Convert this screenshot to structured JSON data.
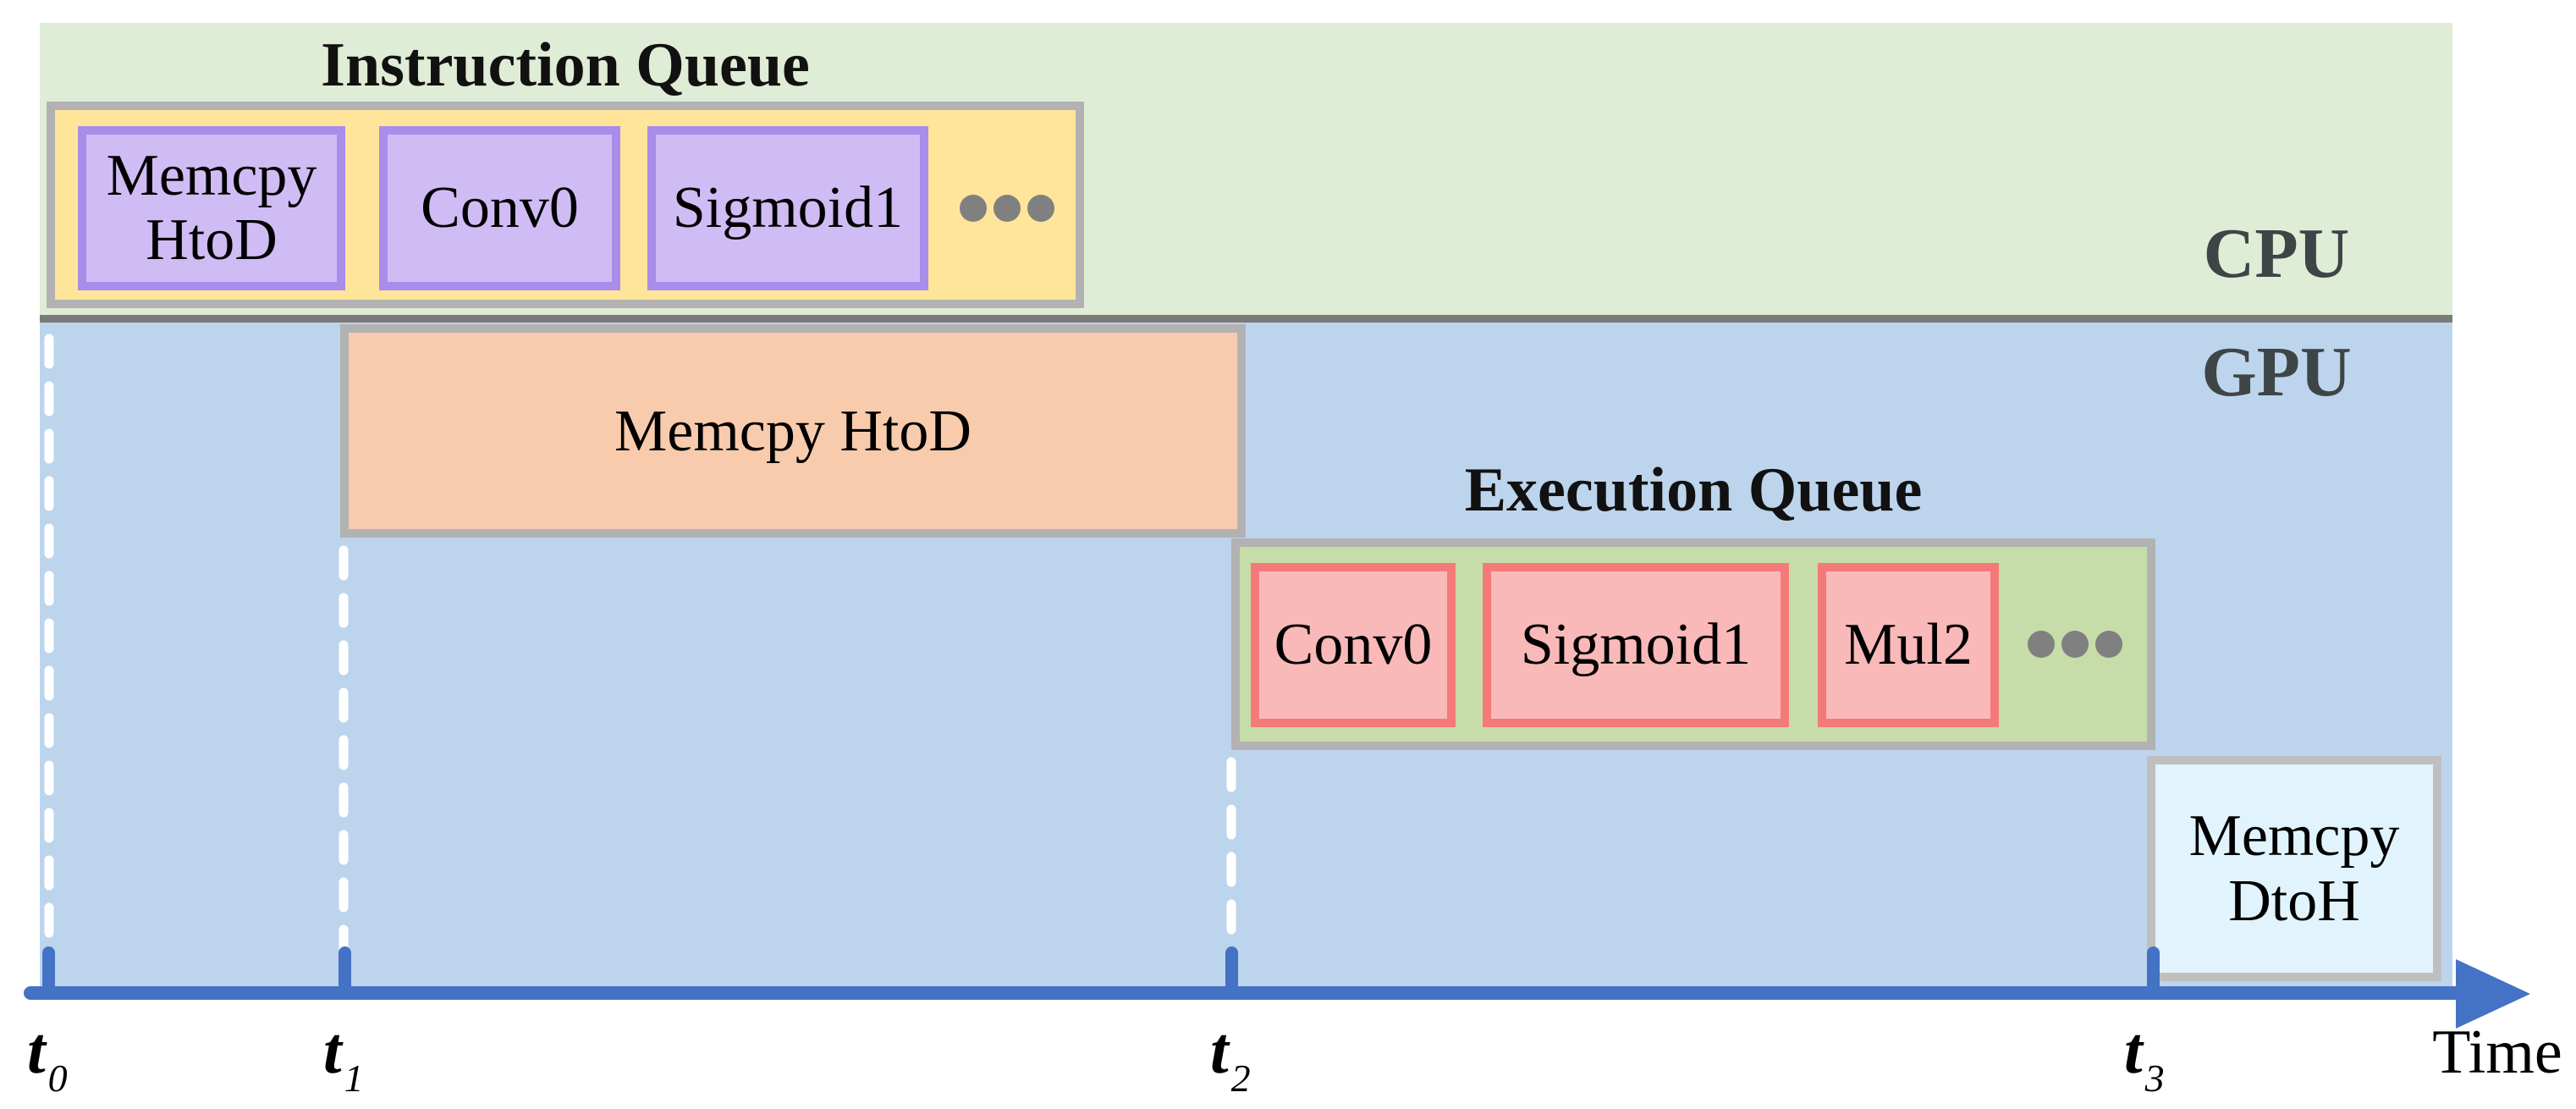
{
  "figure": {
    "cpu_band_label": "CPU",
    "gpu_band_label": "GPU",
    "instruction_queue": {
      "title": "Instruction Queue",
      "items": [
        "Memcpy HtoD",
        "Conv0",
        "Sigmoid1"
      ],
      "more_icon": "ellipsis"
    },
    "gpu_operations": {
      "memcpy_htod": "Memcpy HtoD",
      "memcpy_dtoh": "Memcpy DtoH",
      "execution_queue": {
        "title": "Execution Queue",
        "items": [
          "Conv0",
          "Sigmoid1",
          "Mul2"
        ],
        "more_icon": "ellipsis"
      }
    },
    "time_axis": {
      "label": "Time",
      "ticks": [
        {
          "base": "t",
          "sub": "0"
        },
        {
          "base": "t",
          "sub": "1"
        },
        {
          "base": "t",
          "sub": "2"
        },
        {
          "base": "t",
          "sub": "3"
        }
      ]
    },
    "colors": {
      "cpu_band": "#dfecd6",
      "gpu_band": "#bdd4ed",
      "divider_gray": "#7a7a7a",
      "instruction_queue_fill": "#ffe599",
      "instruction_item_fill": "#d0bcf4",
      "instruction_item_border": "#aa8ceb",
      "memcpy_htod_fill": "#f8cbad",
      "execution_queue_fill": "#c6dca9",
      "execution_item_fill": "#fab9b9",
      "execution_item_border": "#f47a7a",
      "memcpy_dtoh_fill": "#e1f3fc",
      "box_border_gray": "#b2b2b2",
      "axis_blue": "#4472c4",
      "dots_gray": "#808080"
    }
  }
}
